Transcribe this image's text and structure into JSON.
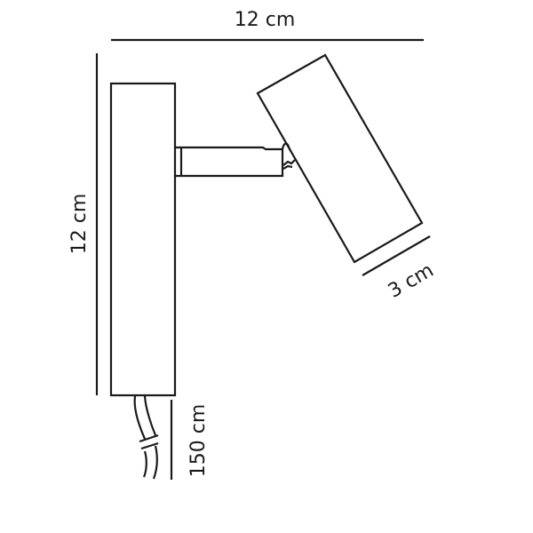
{
  "diagram": {
    "title": "Wall spotlight dimension drawing",
    "colors": {
      "stroke": "#1a1a1a",
      "background": "#ffffff"
    },
    "dimensions": {
      "width": {
        "label": "12 cm"
      },
      "height": {
        "label": "12 cm"
      },
      "head_diameter": {
        "label": "3 cm"
      },
      "cable_length": {
        "label": "150 cm"
      }
    },
    "parts": [
      "wall-plate",
      "arm",
      "spot-head",
      "cable"
    ]
  }
}
